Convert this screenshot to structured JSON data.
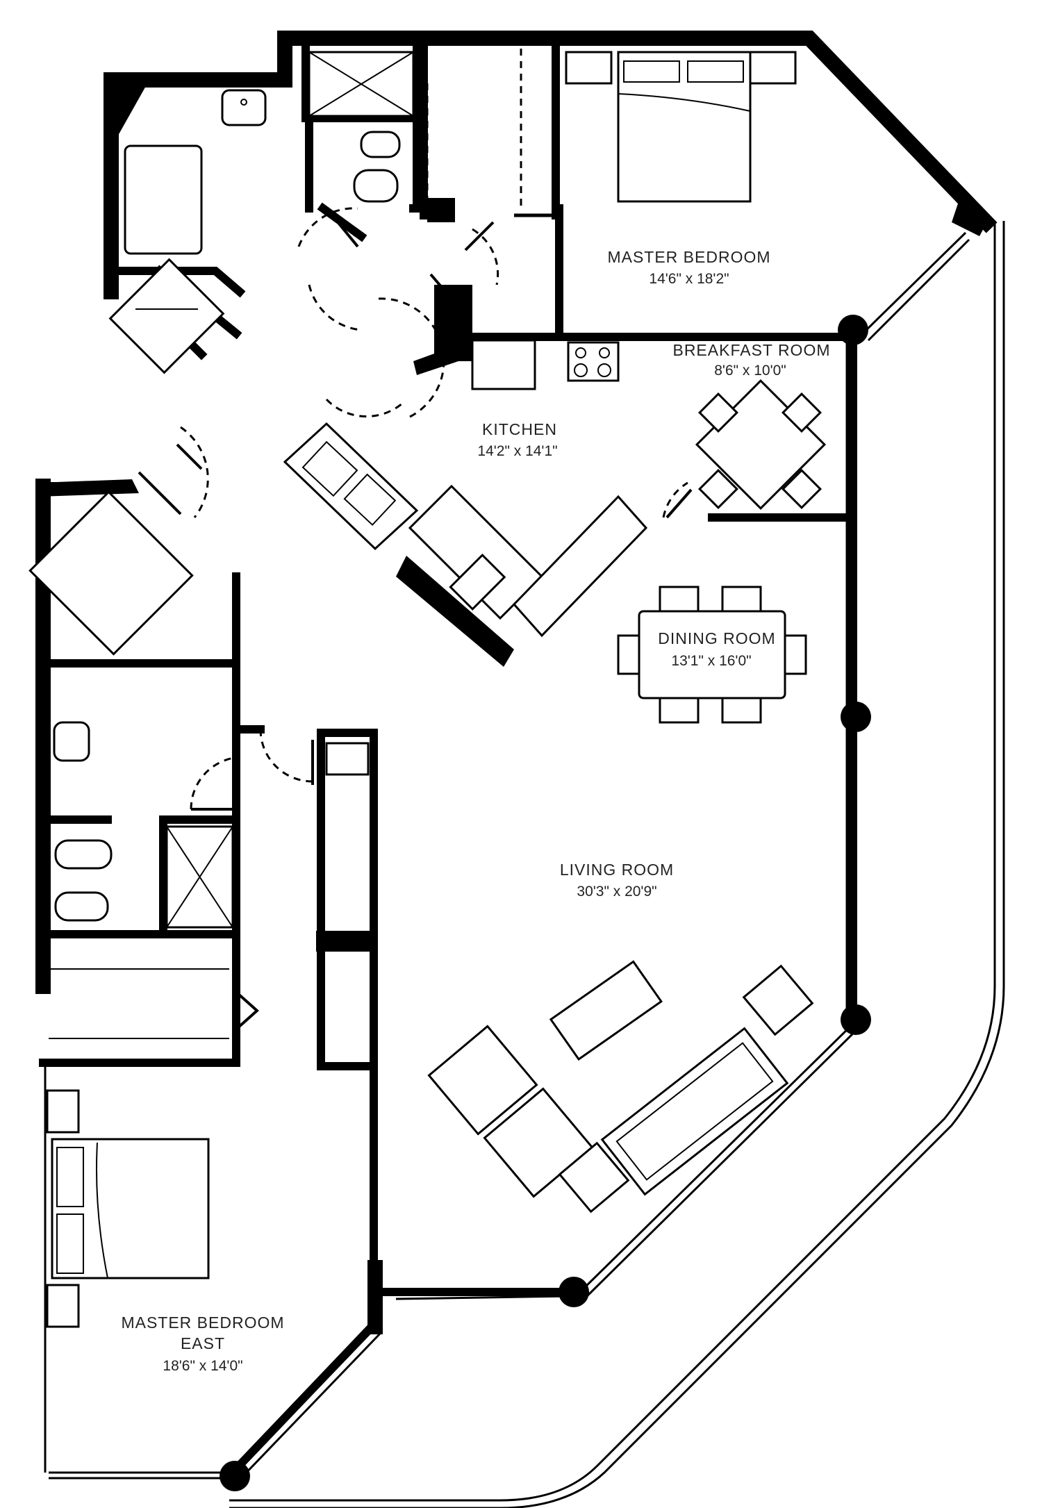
{
  "rooms": {
    "master_bedroom": {
      "name": "MASTER BEDROOM",
      "size": "14'6\" x 18'2\""
    },
    "breakfast_room": {
      "name": "BREAKFAST ROOM",
      "size": "8'6\" x 10'0\""
    },
    "kitchen": {
      "name": "KITCHEN",
      "size": "14'2\" x 14'1\""
    },
    "dining_room": {
      "name": "DINING ROOM",
      "size": "13'1\" x 16'0\""
    },
    "living_room": {
      "name": "LIVING ROOM",
      "size": "30'3\" x 20'9\""
    },
    "master_bedroom_east": {
      "name_line1": "MASTER BEDROOM",
      "name_line2": "EAST",
      "size": "18'6\" x 14'0\""
    }
  }
}
